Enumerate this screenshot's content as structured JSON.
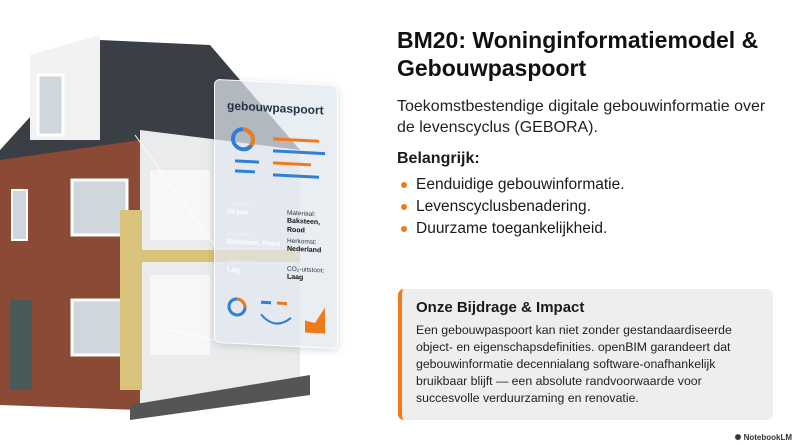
{
  "title": "BM20: Woninginformatiemodel & Gebouwpaspoort",
  "subtitle": "Toekomstbestendige digitale gebouwinformatie over de levenscyclus (GEBORA).",
  "key_heading": "Belangrijk:",
  "key_points": [
    "Eenduidige gebouwinformatie.",
    "Levenscyclusbenadering.",
    "Duurzame toegankelijkheid."
  ],
  "impact": {
    "heading": "Onze Bijdrage & Impact",
    "body": "Een gebouwpaspoort kan niet zonder gestandaardiseerde object- en eigenschapsdefinities. openBIM garandeert dat gebouwinformatie decennialang software-onafhankelijk bruikbaar blijft — een absolute randvoorwaarde voor succesvolle verduurzaming en renovatie."
  },
  "passport": {
    "title": "gebouwpaspoort",
    "fields": [
      {
        "label": "Levensduur:",
        "value": "50 jaar"
      },
      {
        "label": "Materiaal:",
        "value": "Baksteen, Rood"
      },
      {
        "label": "Materiaal:",
        "value": "Baksteen, Rood"
      },
      {
        "label": "Herkomst:",
        "value": "Nederland"
      },
      {
        "label": "Herkomst:",
        "value": "Lag"
      },
      {
        "label": "CO₂-uitstoot:",
        "value": "Laag"
      }
    ]
  },
  "brand": "NotebookLM",
  "colors": {
    "accent": "#f07a1a",
    "blue": "#2f7fd6"
  }
}
